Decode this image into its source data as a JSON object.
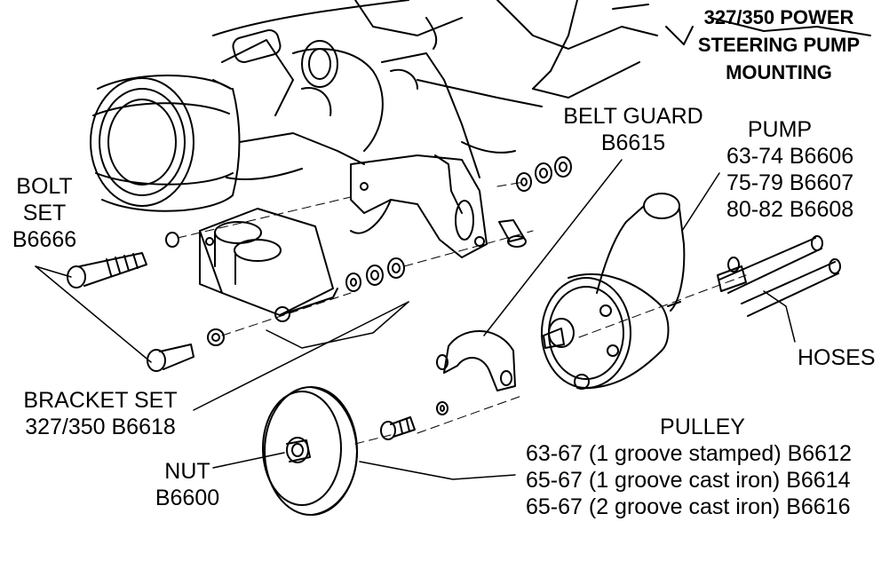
{
  "title": [
    "327/350 POWER",
    "STEERING PUMP",
    "MOUNTING"
  ],
  "labels": {
    "belt_guard": [
      "BELT GUARD",
      "B6615"
    ],
    "pump": {
      "heading": "PUMP",
      "lines": [
        "63-74  B6606",
        "75-79  B6607",
        "80-82  B6608"
      ]
    },
    "bolt_set": [
      "BOLT",
      "SET",
      "B6666"
    ],
    "hoses": "HOSES",
    "bracket_set": [
      "BRACKET SET",
      "327/350  B6618"
    ],
    "pulley": {
      "heading": "PULLEY",
      "lines": [
        "63-67 (1 groove stamped) B6612",
        "65-67 (1 groove cast iron) B6614",
        "65-67 (2 groove cast iron) B6616"
      ]
    },
    "nut": [
      "NUT",
      "B6600"
    ]
  },
  "colors": {
    "ink": "#000000",
    "paper": "#ffffff"
  }
}
